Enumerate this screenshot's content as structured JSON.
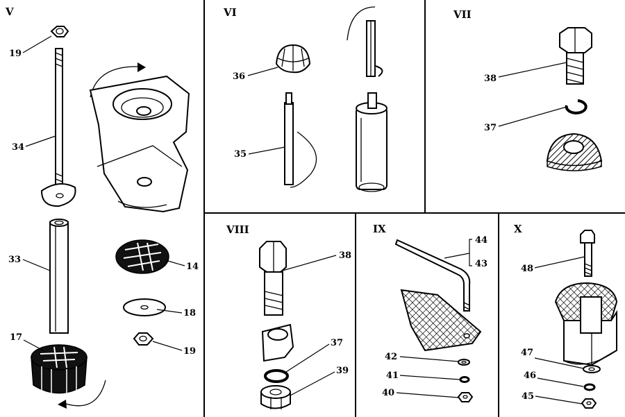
{
  "sections": {
    "v": {
      "roman": "V",
      "labels": {
        "l19a": "19",
        "l34": "34",
        "l33": "33",
        "l14": "14",
        "l18": "18",
        "l17": "17",
        "l19b": "19"
      }
    },
    "vi": {
      "roman": "VI",
      "labels": {
        "l36": "36",
        "l35": "35"
      }
    },
    "vii": {
      "roman": "VII",
      "labels": {
        "l38": "38",
        "l37": "37"
      }
    },
    "viii": {
      "roman": "VIII",
      "labels": {
        "l38": "38",
        "l37": "37",
        "l39": "39"
      }
    },
    "ix": {
      "roman": "IX",
      "labels": {
        "l44": "44",
        "l43": "43",
        "l42": "42",
        "l41": "41",
        "l40": "40"
      }
    },
    "x": {
      "roman": "X",
      "labels": {
        "l48": "48",
        "l47": "47",
        "l46": "46",
        "l45": "45"
      }
    }
  },
  "colors": {
    "ink": "#000000",
    "paper": "#ffffff"
  }
}
